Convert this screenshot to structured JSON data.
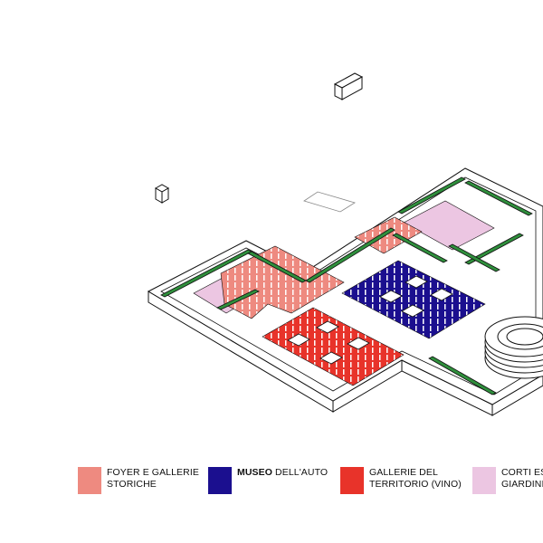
{
  "legend": {
    "items": [
      {
        "line1": "FOYER E GALLERIE",
        "line2": "STORICHE",
        "color": "#ee8a80"
      },
      {
        "line1_bold": "MUSEO",
        "line1_rest": " DELL'AUTO",
        "line2": "",
        "color": "#1b0f8f"
      },
      {
        "line1": "GALLERIE DEL",
        "line2": "TERRITORIO (VINO)",
        "color": "#e8332a"
      },
      {
        "line1": "CORTI ES",
        "line2": "GIARDINI",
        "color": "#ecc6e2"
      }
    ]
  },
  "colors": {
    "foyer": "#ee8a80",
    "museo": "#1b0f8f",
    "vino": "#e8332a",
    "corti": "#ecc6e2",
    "garden": "#2f8f3c",
    "outline": "#111111",
    "base": "#ffffff"
  }
}
